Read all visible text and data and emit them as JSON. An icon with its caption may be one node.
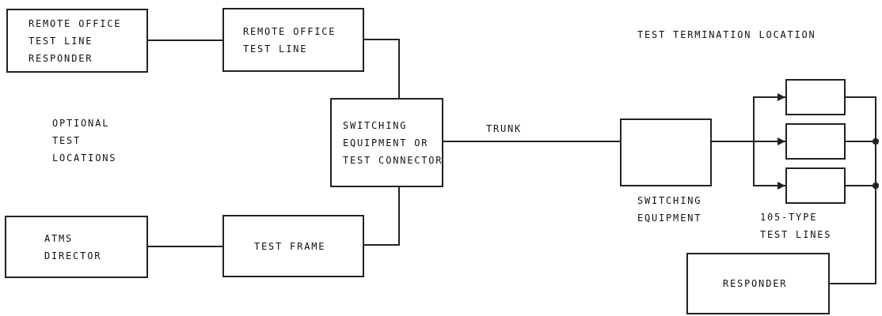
{
  "diagram": {
    "nodes": [
      {
        "text": [
          "REMOTE OFFICE TEST LINE RESPONDER"
        ]
      },
      {
        "text": [
          "REMOTE OFFICE TEST LINE"
        ]
      },
      {
        "text": [
          "SWITCHING EQUIPMENT OR TEST CONNECTOR"
        ]
      },
      {
        "text": [
          "ATMS DIRECTOR"
        ]
      },
      {
        "text": [
          "TEST FRAME"
        ]
      },
      {
        "text": [],
        "shape": "box",
        "beside": [
          "SWITCHING EQUIPMENT"
        ]
      },
      {
        "text": [],
        "shape": "box"
      },
      {
        "text": [],
        "shape": "box"
      },
      {
        "text": [],
        "shape": "box"
      },
      {
        "text": [
          "RESPONDER"
        ]
      }
    ],
    "edges": [
      {
        "from": 0,
        "to": 1,
        "arrow": "none"
      },
      {
        "from": 1,
        "to": 2,
        "arrow": "none"
      },
      {
        "from": 3,
        "to": 4,
        "arrow": "none"
      },
      {
        "from": 4,
        "to": 2,
        "arrow": "none"
      },
      {
        "from": 2,
        "to": 5,
        "arrow": "none",
        "label": "TRUNK"
      },
      {
        "from": 5,
        "to": 6,
        "arrow": "to"
      },
      {
        "from": 5,
        "to": 7,
        "arrow": "to"
      },
      {
        "from": 5,
        "to": 8,
        "arrow": "to"
      },
      {
        "from": 6,
        "to": 9,
        "arrow": "none"
      },
      {
        "from": 7,
        "to": 9,
        "arrow": "none"
      },
      {
        "from": 8,
        "to": 9,
        "arrow": "none"
      }
    ],
    "labels": [
      "TEST TERMINATION LOCATION",
      "OPTIONAL TEST LOCATIONS",
      "105-TYPE TEST LINES"
    ]
  }
}
